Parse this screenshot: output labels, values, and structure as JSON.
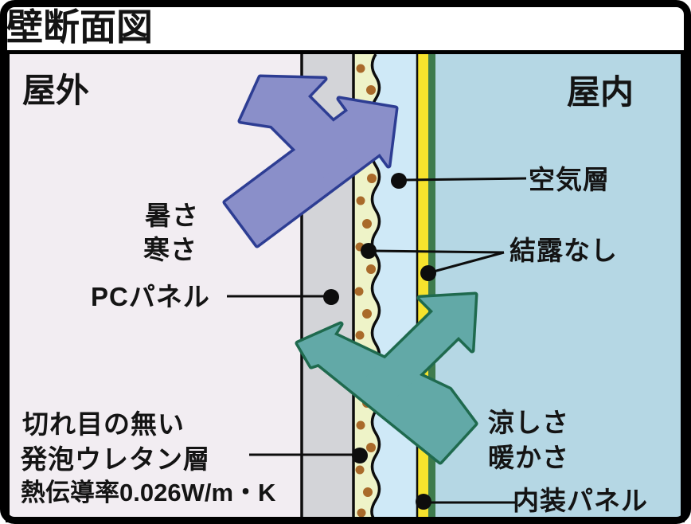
{
  "title": "壁断面図",
  "regions": {
    "outdoor_label": "屋外",
    "indoor_label": "屋内"
  },
  "callouts": {
    "heat_cold_lines": [
      "暑さ",
      "寒さ"
    ],
    "pc_panel": "PCパネル",
    "air_layer": "空気層",
    "no_condensation": "結露なし",
    "cool_warm_lines": [
      "涼しさ",
      "暖かさ"
    ],
    "interior_panel": "内装パネル",
    "urethane_lines": [
      "切れ目の無い",
      "発泡ウレタン層",
      "熱伝導率0.026W/m・K"
    ]
  },
  "colors": {
    "outdoor_bg": "#f2edf2",
    "indoor_bg": "#b5d7e4",
    "air_bg": "#cfe9f7",
    "panel_gray": "#d3d4d8",
    "urethane_bg": "#eef3c8",
    "urethane_dot": "#a96a2a",
    "interior_yellow": "#f6e32d",
    "interior_green": "#3e7b4d",
    "purple_fill": "#8a8fc9",
    "purple_border": "#2d3d93",
    "teal_fill": "#62a9a7",
    "teal_border": "#1f6a4e",
    "line_black": "#0d0d0d",
    "text_black": "#141414"
  }
}
